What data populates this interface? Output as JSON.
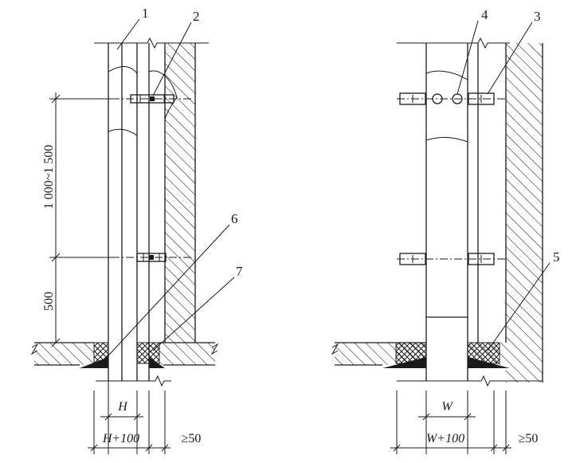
{
  "left_view": {
    "callouts": [
      "1",
      "2",
      "6",
      "7"
    ],
    "dimensions": {
      "spacing_upper": "1 000~1 500",
      "spacing_lower": "500",
      "inner_width": "H",
      "outer_width": "H+100",
      "wall_gap": "≥50"
    }
  },
  "right_view": {
    "callouts": [
      "4",
      "3",
      "5"
    ],
    "dimensions": {
      "inner_width": "W",
      "outer_width": "W+100",
      "wall_gap": "≥50"
    }
  }
}
